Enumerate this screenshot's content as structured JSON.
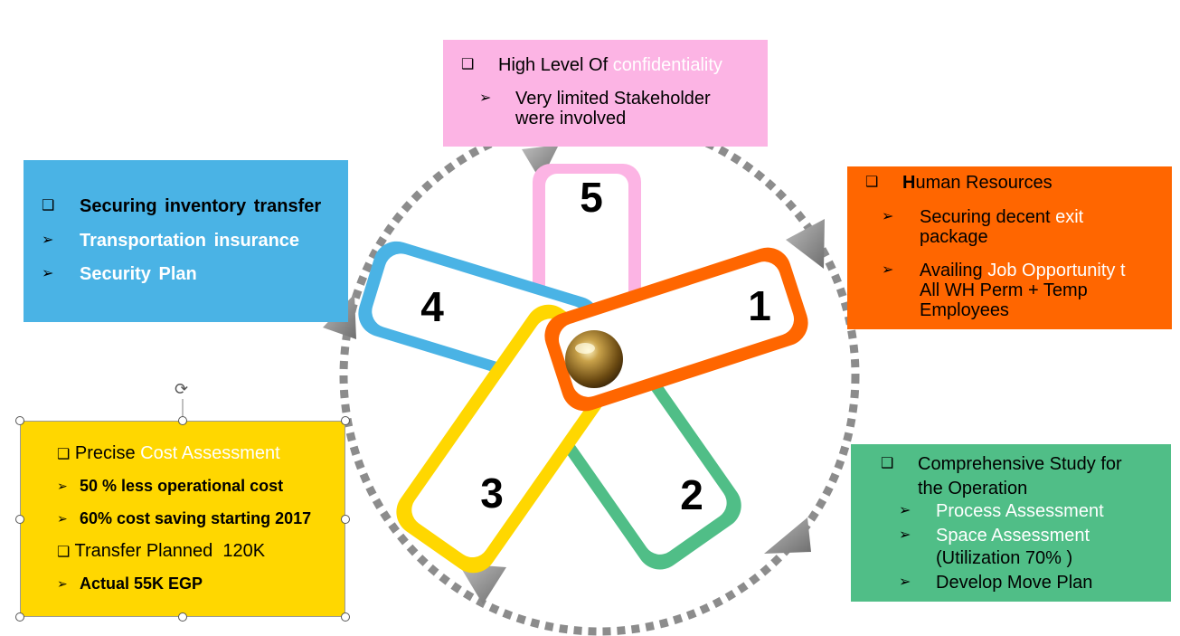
{
  "colors": {
    "pink": "#FCB4E4",
    "blue": "#4AB3E5",
    "orange": "#FF6600",
    "green": "#50BE87",
    "yellow": "#FFD700",
    "arc": "#8C8C8C"
  },
  "icons": {
    "square_bullet": "❑",
    "arrow_bullet": "➢"
  },
  "step_numbers": [
    "5",
    "4",
    "1",
    "3",
    "2"
  ],
  "box5": {
    "title_a": "High Level Of ",
    "title_b": "confidentiality",
    "item1_a": "Very limited Stakeholder",
    "item1_b": "were involved"
  },
  "box4": {
    "title": "Securing inventory transfer",
    "item1": "Transportation insurance",
    "item2": "Security Plan"
  },
  "box1": {
    "title_h": "H",
    "title_rest": "uman Resources",
    "item1_a": "Securing decent ",
    "item1_b": "exit",
    "item1_c": "package",
    "item2_a": "Availing ",
    "item2_b": "Job Opportunity t",
    "item2_c": "All WH Perm + Temp",
    "item2_d": "Employees"
  },
  "box3": {
    "title_a": "Precise ",
    "title_b": "Cost Assessment",
    "item1": "50 % less operational cost",
    "item2": "60% cost saving starting 2017",
    "title2": "Transfer Planned  120K",
    "item3": "Actual 55K EGP"
  },
  "box2": {
    "title_a": "Comprehensive Study for",
    "title_b": "the Operation",
    "item1": "Process Assessment",
    "item2_a": "Space Assessment",
    "item2_b": "(Utilization 70% )",
    "item3": "Develop Move Plan"
  }
}
